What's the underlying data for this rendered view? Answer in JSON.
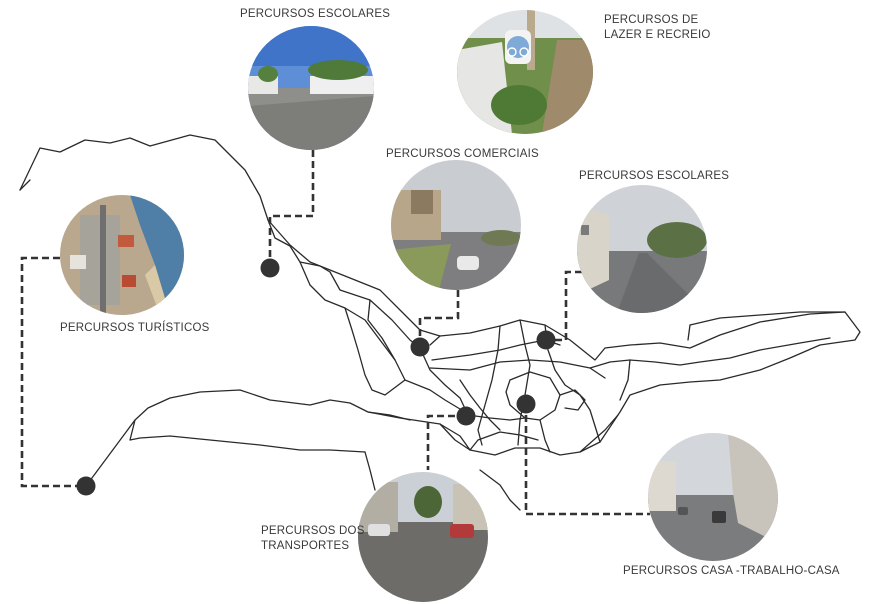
{
  "labels": {
    "escolares_top": "PERCURSOS ESCOLARES",
    "lazer_line1": "PERCURSOS DE",
    "lazer_line2": "LAZER E RECREIO",
    "comerciais": "PERCURSOS COMERCIAIS",
    "escolares_right": "PERCURSOS ESCOLARES",
    "turisticos": "PERCURSOS TURÍSTICOS",
    "transportes_line1": "PERCURSOS DOS",
    "transportes_line2": "TRANSPORTES",
    "casa_trabalho": "PERCURSOS CASA -TRABALHO-CASA"
  },
  "photos": {
    "escolares_top": "street-photo",
    "lazer": "cycle-path-photo",
    "comerciais": "avenue-photo",
    "escolares_right": "street-photo",
    "turisticos": "aerial-coast-photo",
    "transportes": "cobblestone-street-photo",
    "casa_trabalho": "street-photo"
  },
  "colors": {
    "map_line": "#2a2a2a",
    "connector": "#333333",
    "node": "#333333",
    "label": "#3a3a3a"
  }
}
